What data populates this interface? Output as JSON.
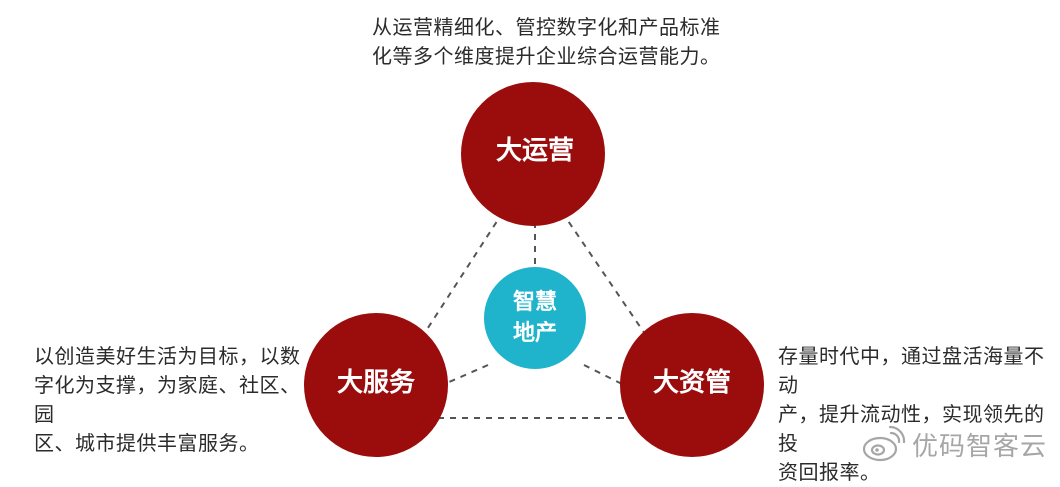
{
  "diagram": {
    "center": {
      "label": "智慧\n地产",
      "color": "#1fb3cc"
    },
    "nodes": {
      "top": {
        "label": "大运营",
        "description": "从运营精细化、管控数字化和产品标准\n化等多个维度提升企业综合运营能力。"
      },
      "left": {
        "label": "大服务",
        "description": "以创造美好生活为目标，以数\n字化为支撑，为家庭、社区、园\n区、城市提供丰富服务。"
      },
      "right": {
        "label": "大资管",
        "description": "存量时代中，通过盘活海量不动\n产，提升流动性，实现领先的投\n资回报率。"
      }
    },
    "node_color": "#9b0d0d",
    "connector_color": "#555555"
  },
  "watermark": {
    "text": "优码智客云",
    "icon": "weibo-icon"
  }
}
